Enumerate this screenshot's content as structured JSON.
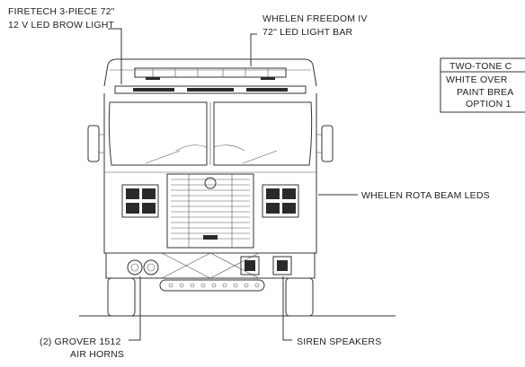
{
  "labels": {
    "brow_light": [
      "FIRETECH 3-PIECE 72\"",
      "12 V LED BROW LIGHT"
    ],
    "light_bar": [
      "WHELEN FREEDOM IV",
      "72\" LED LIGHT BAR"
    ],
    "rota_beam": "WHELEN ROTA BEAM LEDS",
    "air_horns": [
      "(2) GROVER 1512",
      "AIR HORNS"
    ],
    "siren": "SIREN SPEAKERS"
  },
  "paint_box": [
    "TWO-TONE C",
    "WHITE OVER",
    "PAINT BREA",
    "OPTION 1"
  ],
  "colors": {
    "line": "#333333",
    "background": "#ffffff"
  }
}
